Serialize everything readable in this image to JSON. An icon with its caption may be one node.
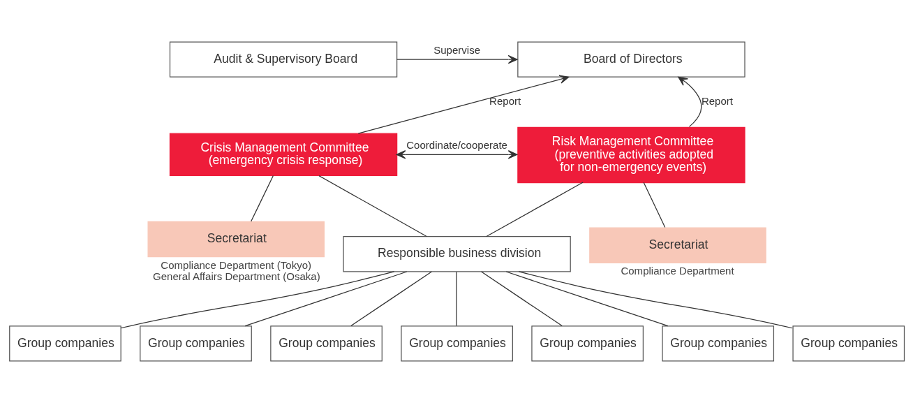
{
  "diagram": {
    "nodes": [
      {
        "text": [
          "Audit & Supervisory Board"
        ]
      },
      {
        "text": [
          "Board of Directors"
        ]
      },
      {
        "text": [
          "Crisis Management Committee (emergency crisis response)"
        ]
      },
      {
        "text": [
          "Risk Management Committee (preventive activities adopted for non-emergency events)"
        ]
      },
      {
        "text": [
          "Secretariat"
        ],
        "beside": [
          "Compliance Department (Tokyo)",
          "General Affairs Department (Osaka)"
        ]
      },
      {
        "text": [
          "Secretariat"
        ],
        "beside": [
          "Compliance Department"
        ]
      },
      {
        "text": [
          "Responsible business division"
        ]
      },
      {
        "text": [
          "Group companies"
        ]
      },
      {
        "text": [
          "Group companies"
        ]
      },
      {
        "text": [
          "Group companies"
        ]
      },
      {
        "text": [
          "Group companies"
        ]
      },
      {
        "text": [
          "Group companies"
        ]
      },
      {
        "text": [
          "Group companies"
        ]
      },
      {
        "text": [
          "Group companies"
        ]
      }
    ],
    "edges": [
      {
        "from": 0,
        "to": 1,
        "arrow": "to",
        "label": "Supervise"
      },
      {
        "from": 2,
        "to": 1,
        "arrow": "to",
        "label": "Report"
      },
      {
        "from": 2,
        "to": 3,
        "arrow": "both",
        "label": "Coordinate/cooperate"
      },
      {
        "from": 3,
        "to": 1,
        "arrow": "to",
        "label": "Report"
      },
      {
        "from": 2,
        "to": 4,
        "arrow": "none"
      },
      {
        "from": 3,
        "to": 5,
        "arrow": "none"
      },
      {
        "from": 2,
        "to": 6,
        "arrow": "none"
      },
      {
        "from": 3,
        "to": 6,
        "arrow": "none"
      },
      {
        "from": 6,
        "to": 7,
        "arrow": "none"
      },
      {
        "from": 6,
        "to": 8,
        "arrow": "none"
      },
      {
        "from": 6,
        "to": 9,
        "arrow": "none"
      },
      {
        "from": 6,
        "to": 10,
        "arrow": "none"
      },
      {
        "from": 6,
        "to": 11,
        "arrow": "none"
      },
      {
        "from": 6,
        "to": 12,
        "arrow": "none"
      },
      {
        "from": 6,
        "to": 13,
        "arrow": "none"
      }
    ]
  }
}
